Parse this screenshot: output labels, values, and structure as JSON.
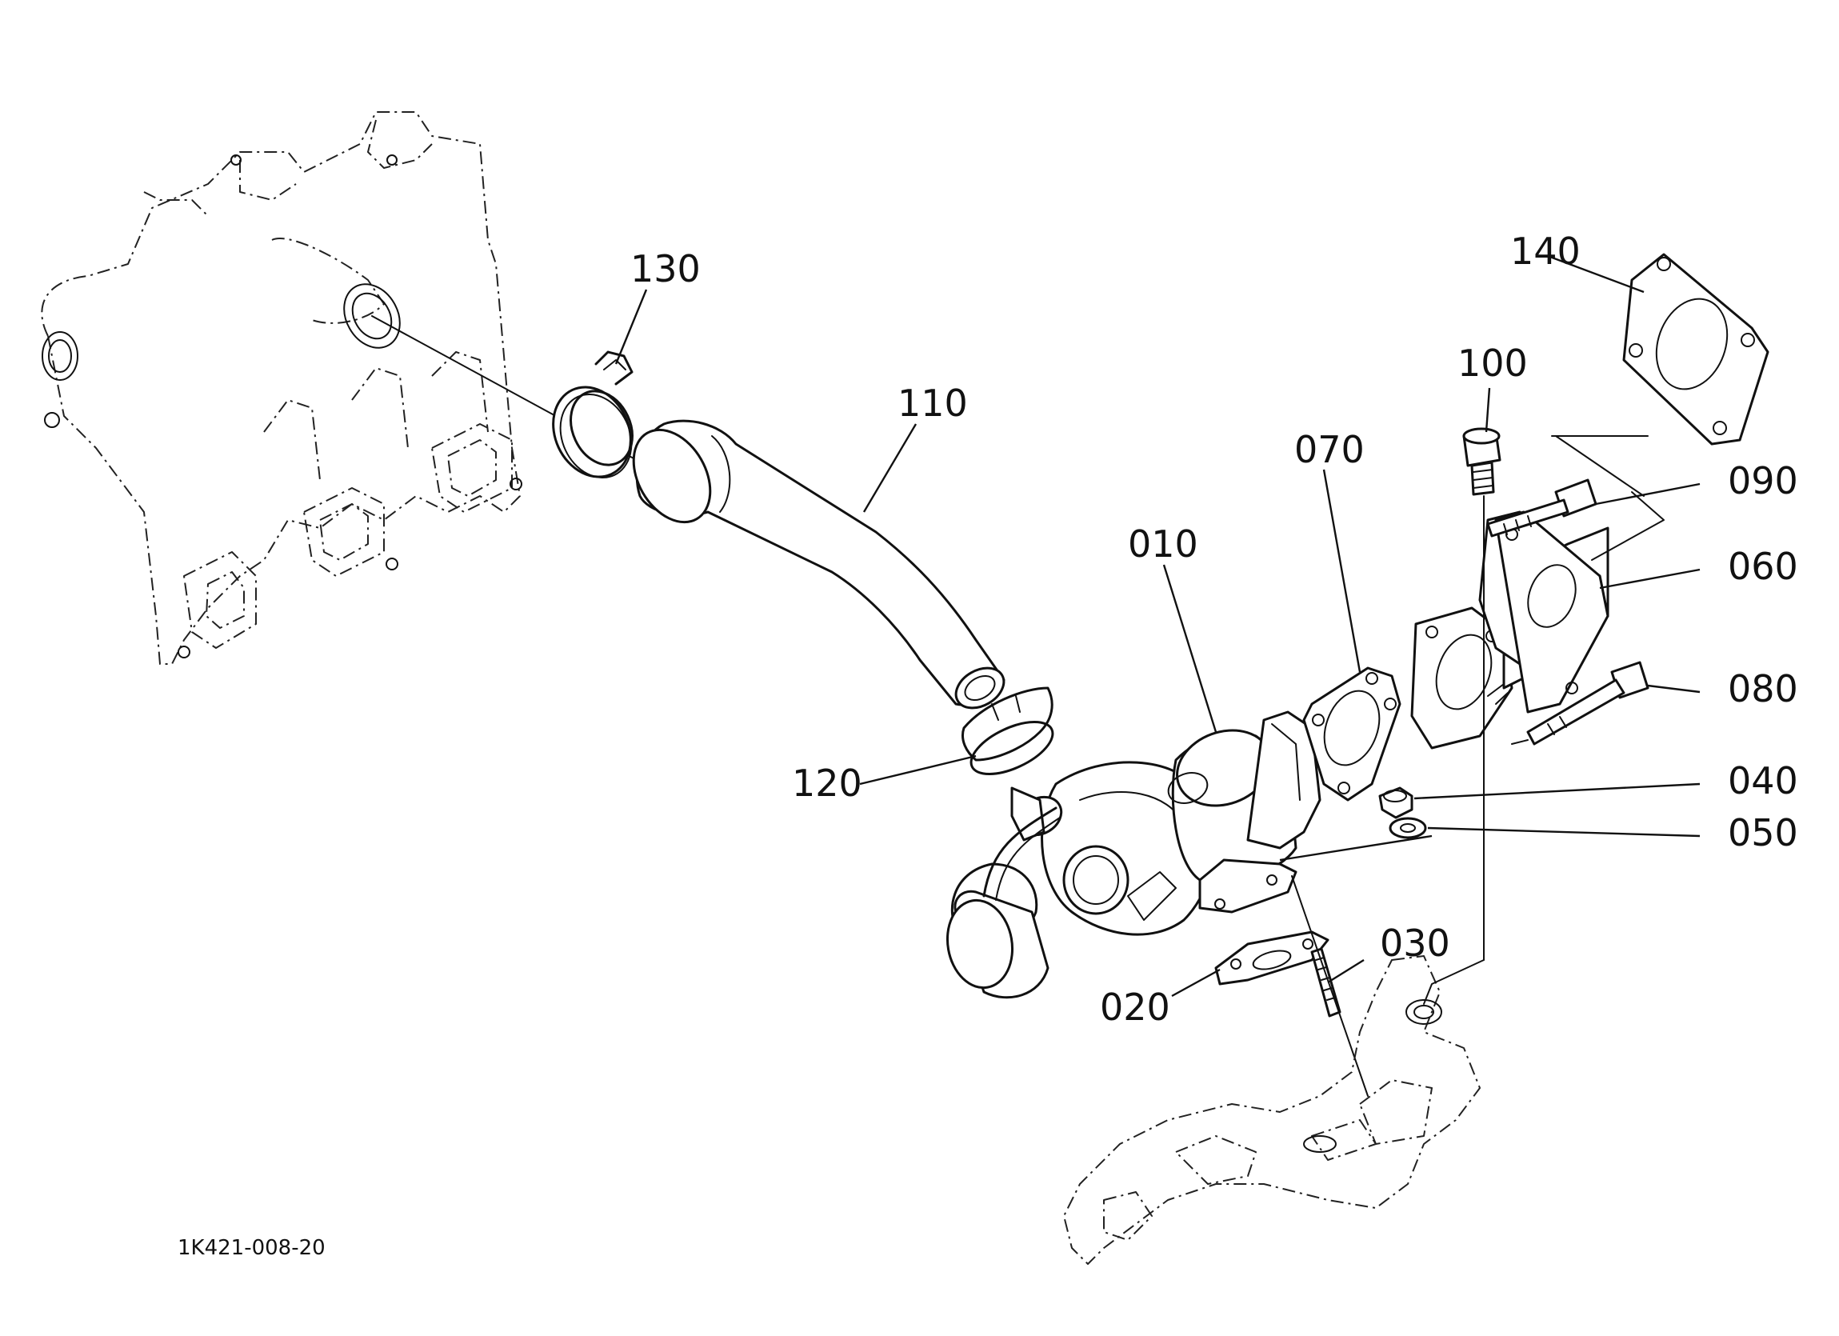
{
  "parts": {
    "p010": "010",
    "p020": "020",
    "p030": "030",
    "p040": "040",
    "p050": "050",
    "p060": "060",
    "p070": "070",
    "p080": "080",
    "p090": "090",
    "p100": "100",
    "p110": "110",
    "p120": "120",
    "p130": "130",
    "p140": "140"
  },
  "reference_code": "1K421-008-20"
}
